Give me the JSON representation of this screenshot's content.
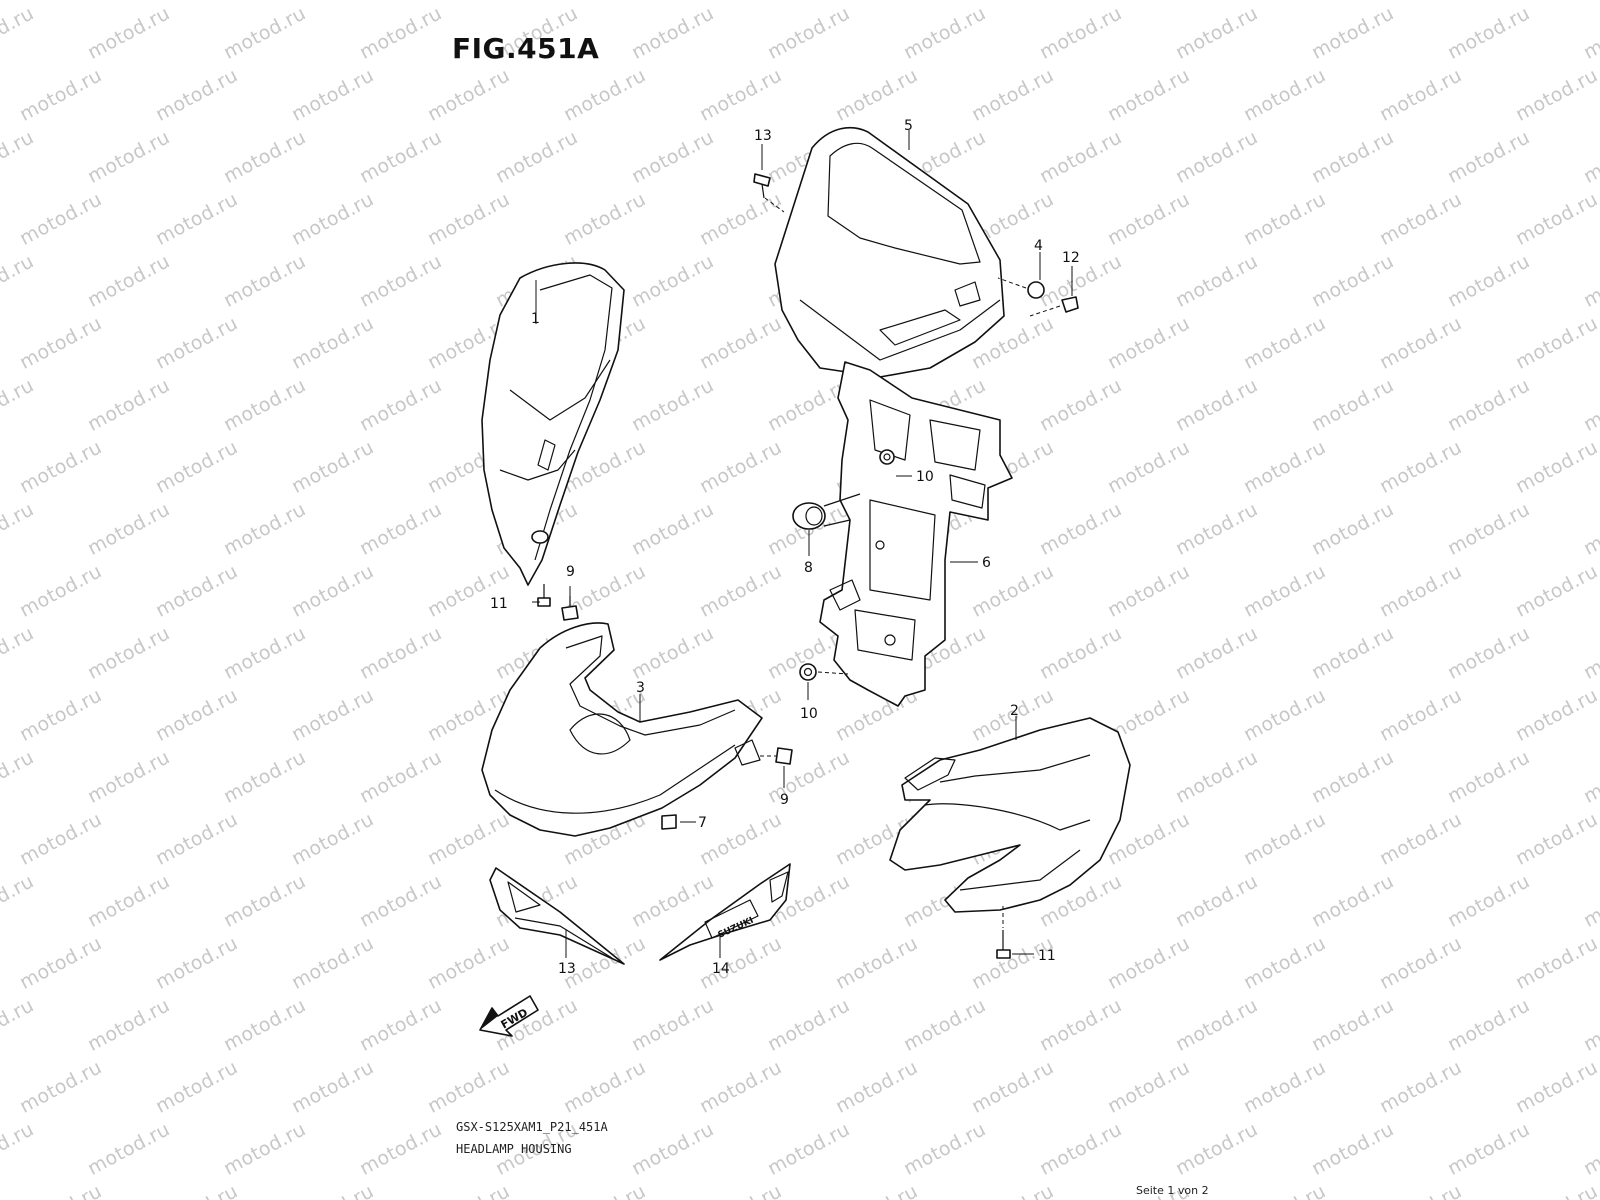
{
  "figure_title": "FIG.451A",
  "watermark_text": "motod.ru",
  "callouts": {
    "c1": "1",
    "c2": "2",
    "c3": "3",
    "c4": "4",
    "c5": "5",
    "c6": "6",
    "c7": "7",
    "c8": "8",
    "c9a": "9",
    "c9b": "9",
    "c10a": "10",
    "c10b": "10",
    "c11a": "11",
    "c11b": "11",
    "c12": "12",
    "c13a": "13",
    "c13b": "13",
    "c14": "14"
  },
  "emblem_text": "SUZUKI",
  "direction_arrow_text": "FWD",
  "diagram_code": "GSX-S125XAM1_P21_451A",
  "diagram_name": "HEADLAMP HOUSING",
  "page_indicator": "Seite 1 von 2"
}
